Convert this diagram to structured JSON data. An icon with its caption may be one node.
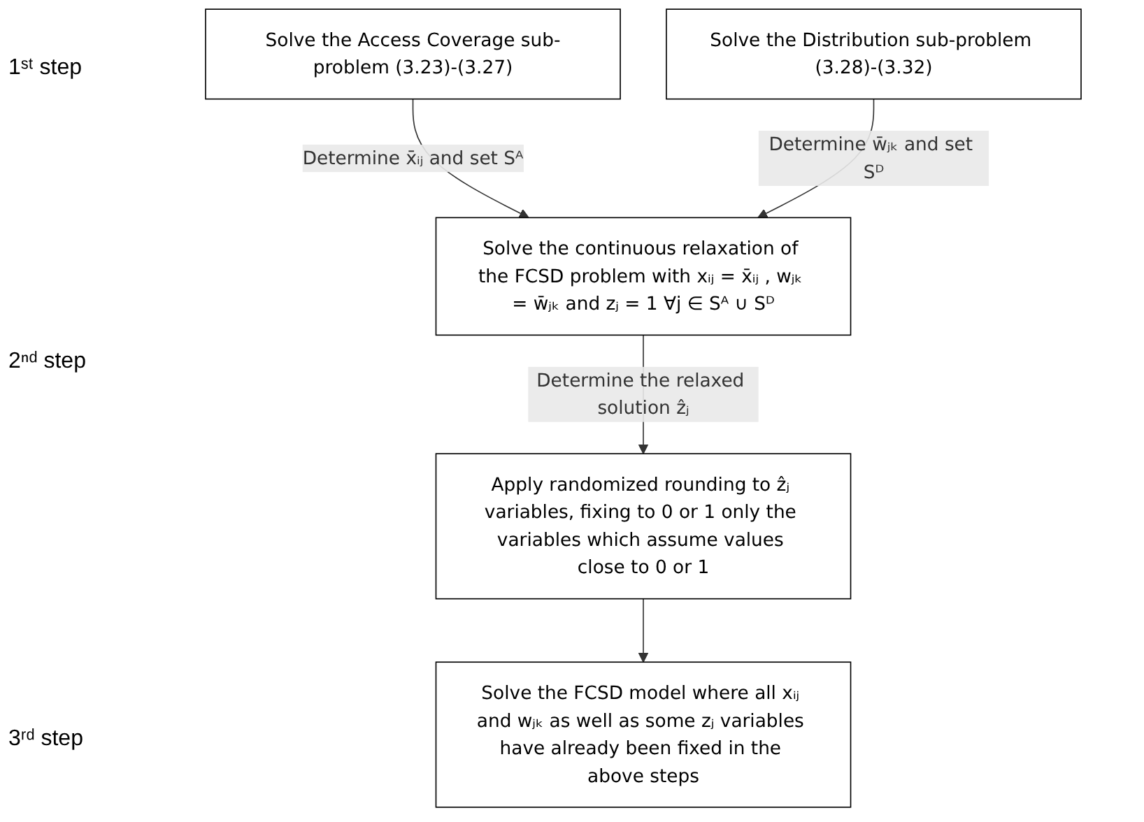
{
  "diagram": {
    "nodes": [
      {
        "text": [
          "Solve the Access Coverage sub-problem (3.23)-(3.27)"
        ]
      },
      {
        "text": [
          "Solve the Distribution sub-problem (3.28)-(3.32)"
        ]
      },
      {
        "text": [
          "Solve the continuous relaxation of the FCSD problem with xᵢⱼ = x̄ᵢⱼ , wⱼₖ = w̄ⱼₖ and zⱼ = 1 ∀j ∈ Sᴬ ∪ Sᴰ"
        ]
      },
      {
        "text": [
          "Apply randomized rounding to ẑⱼ variables, fixing to 0 or 1 only the variables which assume values close to 0 or 1"
        ]
      },
      {
        "text": [
          "Solve the FCSD model where all xᵢⱼ and wⱼₖ as well as some zⱼ variables have already been fixed in the above steps"
        ]
      }
    ],
    "edges": [
      {
        "from": 0,
        "to": 2,
        "arrow": "to",
        "label": "Determine x̄ᵢⱼ and set Sᴬ"
      },
      {
        "from": 1,
        "to": 2,
        "arrow": "to",
        "label": "Determine w̄ⱼₖ and set Sᴰ"
      },
      {
        "from": 2,
        "to": 3,
        "arrow": "to",
        "label": "Determine the relaxed solution ẑⱼ"
      },
      {
        "from": 3,
        "to": 4,
        "arrow": "to"
      }
    ],
    "labels": [
      "1ˢᵗ step",
      "2ⁿᵈ step",
      "3ʳᵈ step"
    ]
  }
}
